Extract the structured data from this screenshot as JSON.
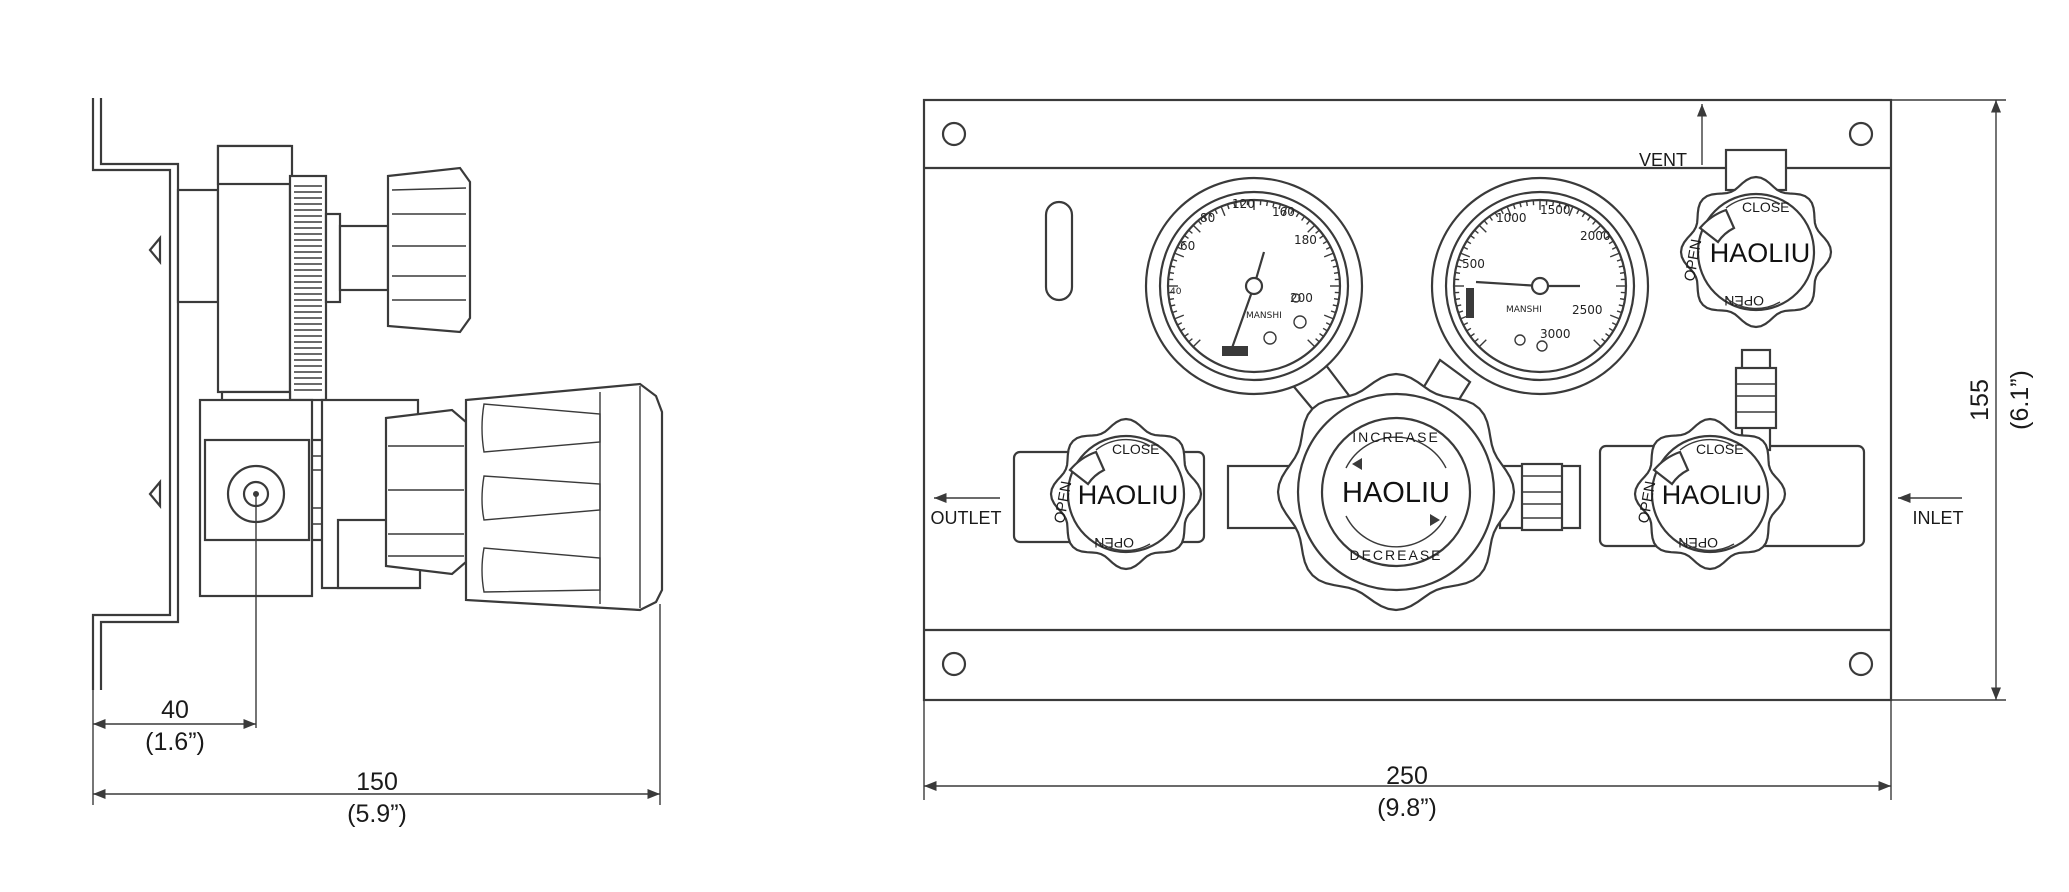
{
  "side_view": {
    "dim_offset": {
      "value": "40",
      "imperial": "(1.6”)"
    },
    "dim_depth": {
      "value": "150",
      "imperial": "(5.9”)"
    }
  },
  "front_view": {
    "dim_width": {
      "value": "250",
      "imperial": "(9.8”)"
    },
    "dim_height": {
      "value": "155",
      "imperial": "(6.1”)"
    },
    "port_vent": "VENT",
    "port_outlet": "OUTLET",
    "port_inlet": "INLET",
    "brand": "HAOLIU",
    "valve_open": "OPEN",
    "valve_close": "CLOSE",
    "regulator_increase": "INCREASE",
    "regulator_decrease": "DECREASE"
  },
  "colors": {
    "line": "#3a3a3a",
    "background": "#ffffff"
  }
}
